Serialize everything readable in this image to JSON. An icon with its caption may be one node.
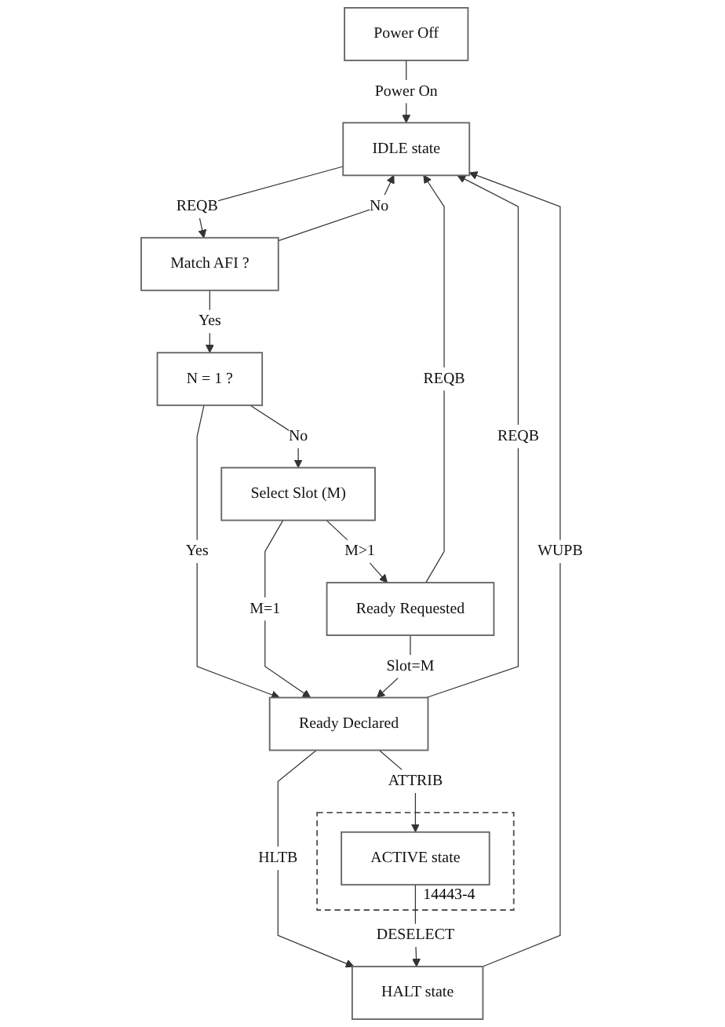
{
  "diagram": {
    "nodes": [
      {
        "text": [
          "Power Off"
        ]
      },
      {
        "text": [
          "IDLE state"
        ]
      },
      {
        "text": [
          "N = 1 ?"
        ]
      },
      {
        "text": [
          "Match AFI ?"
        ]
      },
      {
        "text": [
          "Select Slot (M)"
        ]
      },
      {
        "text": [
          "Ready Requested"
        ]
      },
      {
        "text": [
          "Ready Declared"
        ]
      },
      {
        "text": [
          "HALT state"
        ]
      },
      {
        "text": [
          "14443-4"
        ]
      },
      {
        "text": [
          "ACTIVE state"
        ],
        "in": 8
      }
    ],
    "edges": [
      {
        "from": 0,
        "to": 1,
        "arrow": "to",
        "label": "Power On"
      },
      {
        "from": 1,
        "to": 3,
        "arrow": "to",
        "label": "REQB"
      },
      {
        "from": 3,
        "to": 2,
        "arrow": "to",
        "label": "Yes"
      },
      {
        "from": 3,
        "to": 1,
        "arrow": "to",
        "label": "No"
      },
      {
        "from": 5,
        "to": 1,
        "arrow": "to",
        "label": "REQB"
      },
      {
        "from": 2,
        "to": 4,
        "arrow": "to",
        "label": "No"
      },
      {
        "from": 2,
        "to": 6,
        "arrow": "to",
        "label": "Yes"
      },
      {
        "from": 4,
        "to": 5,
        "arrow": "to",
        "label": "M>1"
      },
      {
        "from": 4,
        "to": 6,
        "arrow": "to",
        "label": "M=1"
      },
      {
        "from": 5,
        "to": 6,
        "arrow": "to",
        "label": "Slot=M"
      },
      {
        "from": 7,
        "to": 1,
        "arrow": "to",
        "label": "WUPB"
      },
      {
        "from": 6,
        "to": 1,
        "arrow": "to",
        "label": "REQB"
      },
      {
        "from": 6,
        "to": 9,
        "arrow": "to",
        "label": "ATTRIB"
      },
      {
        "from": 6,
        "to": 7,
        "arrow": "to",
        "label": "HLTB"
      },
      {
        "from": 9,
        "to": 7,
        "arrow": "to",
        "label": "DESELECT"
      }
    ]
  }
}
